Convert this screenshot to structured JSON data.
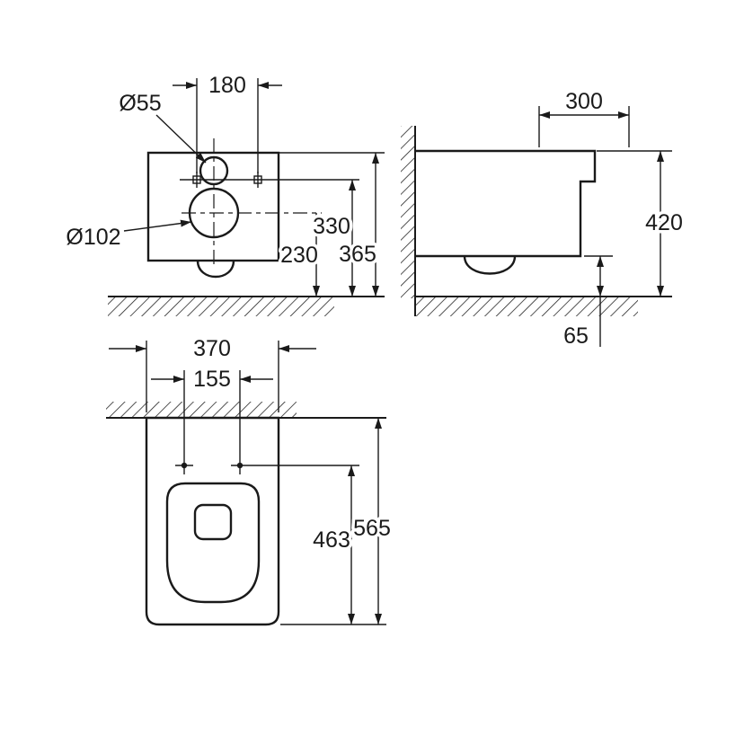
{
  "meta": {
    "background": "#ffffff",
    "line_color": "#1a1a1a",
    "drawing_type": "sanitary-ware dimensional drawing, three orthographic views"
  },
  "front_view": {
    "hole_spacing": "180",
    "inlet_diameter": "Ø55",
    "outlet_diameter": "Ø102",
    "inlet_height": "330",
    "outlet_height": "230",
    "total_height": "365"
  },
  "side_view": {
    "top_depth": "300",
    "height": "420",
    "bottom_gap": "65"
  },
  "plan_view": {
    "width": "370",
    "hole_spacing": "155",
    "bowl_length": "463",
    "total_depth": "565"
  }
}
